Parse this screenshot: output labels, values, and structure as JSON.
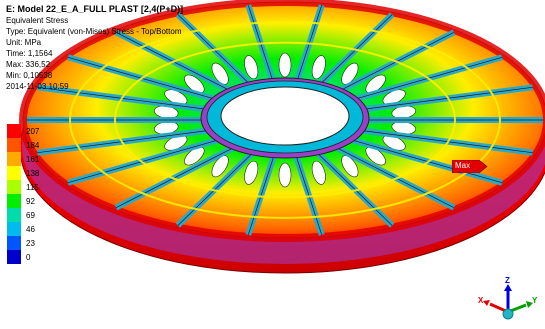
{
  "info": {
    "title": "E: Model 22_E_A_FULL PLAST [2,4(P+D)]",
    "result": "Equivalent Stress",
    "type_line": "Type: Equivalent (von-Mises) Stress - Top/Bottom",
    "unit_line": "Unit: MPa",
    "time_line": "Time: 1,1564",
    "max_line": "Max: 336,52",
    "min_line": "Min: 0,10538",
    "date_line": "2014-11-03 10:59"
  },
  "legend": {
    "ticks": [
      "207",
      "184",
      "161",
      "138",
      "115",
      "92",
      "69",
      "46",
      "23",
      "0"
    ],
    "colors": [
      "#ff0000",
      "#ff5500",
      "#ffaa00",
      "#ffff00",
      "#aaff00",
      "#00ee00",
      "#00ddaa",
      "#00bbee",
      "#0055ff",
      "#0000cc"
    ]
  },
  "max_marker": {
    "label": "Max",
    "color": "#e00000"
  },
  "triad": {
    "x_label": "X",
    "y_label": "Y",
    "z_label": "Z",
    "x_color": "#e00000",
    "y_color": "#00a000",
    "z_color": "#0000dd"
  },
  "model": {
    "hub_color": "#00b8d8",
    "ring_color": "#e00000",
    "rib_color": "#2aa8c8",
    "flange_color": "#9a40c8",
    "window_color": "#ffffff",
    "panel_color": "#ffee00"
  }
}
